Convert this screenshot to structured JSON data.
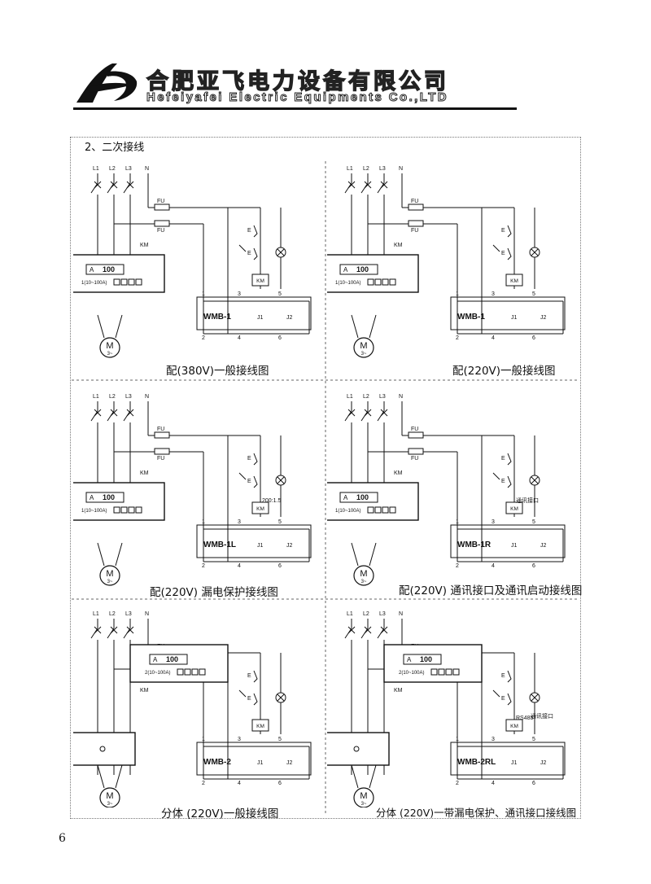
{
  "header": {
    "company_cn": "合肥亚飞电力设备有限公司",
    "company_en": "Hefeiyafei Electric Equipments Co.,LTD"
  },
  "section_title": "2、二次接线",
  "diagrams": [
    {
      "caption": "配(380V)一般接线图",
      "module": "WMB-1",
      "display": "100",
      "range": "1(10~100A)",
      "notes": [
        "KM"
      ]
    },
    {
      "caption": "配(220V)一般接线图",
      "module": "WMB-1",
      "display": "100",
      "range": "1(10~100A)",
      "notes": [
        "KM"
      ]
    },
    {
      "caption": "配(220V) 漏电保护接线图",
      "module": "WMB-1L",
      "display": "100",
      "range": "1(10~100A)",
      "notes": [
        "KM",
        "200:1.5"
      ]
    },
    {
      "caption": "配(220V) 通讯接口及通讯启动接线图",
      "module": "WMB-1R",
      "display": "100",
      "range": "1(10~100A)",
      "notes": [
        "KM",
        "通讯接口"
      ]
    },
    {
      "caption": "分体 (220V)一般接线图",
      "module": "WMB-2",
      "display": "100",
      "range": "2(10~100A)",
      "notes": [
        "KM"
      ]
    },
    {
      "caption": "分体 (220V)一带漏电保护、通讯接口接线图",
      "module": "WMB-2RL",
      "display": "100",
      "range": "2(10~100A)",
      "notes": [
        "KM",
        "RS485",
        "通讯接口"
      ]
    }
  ],
  "labels": {
    "l1": "L1",
    "l2": "L2",
    "l3": "L3",
    "n": "N",
    "fu": "FU",
    "km": "KM",
    "e": "E",
    "j1": "J1",
    "j2": "J2",
    "motor": "M",
    "motor_sub": "3~",
    "unit_a": "A"
  },
  "page_number": "6"
}
